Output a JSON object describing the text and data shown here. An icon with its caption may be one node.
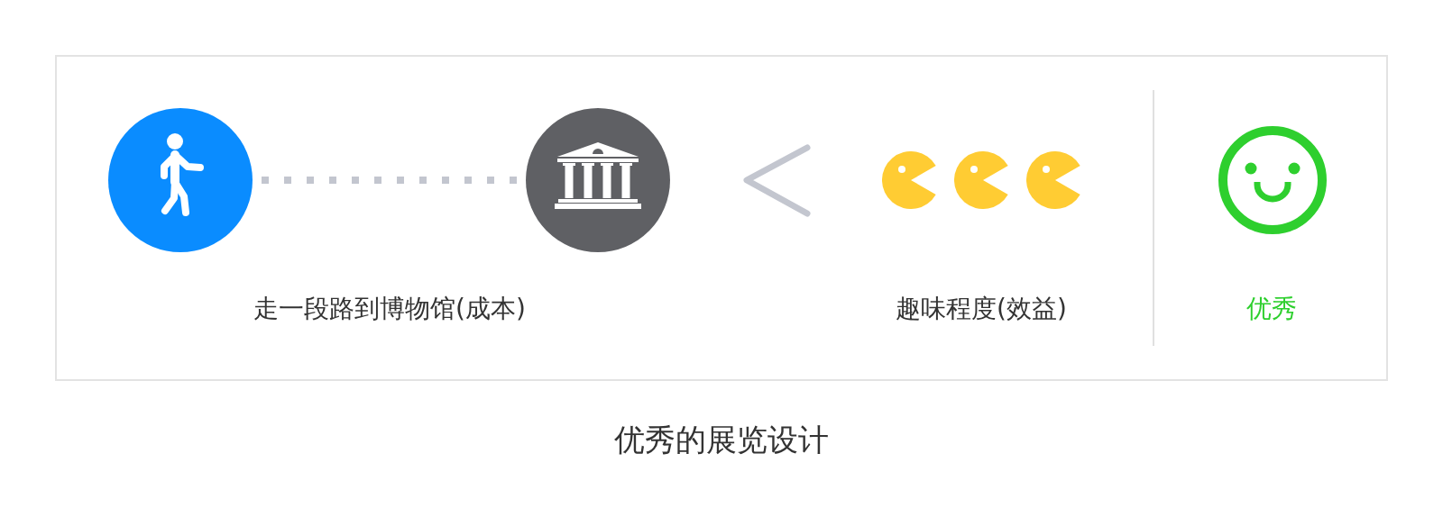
{
  "diagram": {
    "caption": "优秀的展览设计",
    "nodes": [
      {
        "text": [],
        "shape": "circle"
      },
      {
        "text": [],
        "shape": "circle"
      }
    ],
    "edges": [
      {
        "from": 0,
        "to": 1,
        "arrow": "none",
        "style": "dashed"
      }
    ],
    "labels": [
      "走一段路到博物馆(成本)",
      "趣味程度(效益)",
      "优秀"
    ]
  }
}
